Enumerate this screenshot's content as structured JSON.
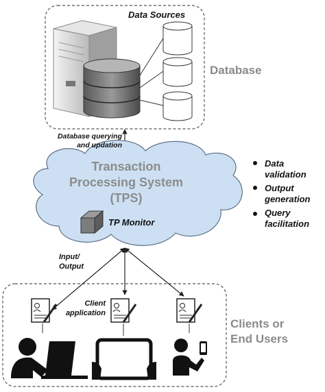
{
  "database_box": {
    "label": "Data Sources"
  },
  "database_title": "Database",
  "db_link_label": [
    "Database querying",
    "and updation"
  ],
  "tps": {
    "title_lines": [
      "Transaction",
      "Processing System",
      "(TPS)"
    ],
    "monitor_label": "TP Monitor"
  },
  "functions": [
    "Data",
    "validation",
    "Output",
    "generation",
    "Query",
    "facilitation"
  ],
  "io_label": [
    "Input/",
    "Output"
  ],
  "client_app_label": [
    "Client",
    "application"
  ],
  "clients_title": [
    "Clients or",
    "End Users"
  ],
  "icons": [
    "server-icon",
    "database-cylinder-icon",
    "cube-icon",
    "document-user-icon",
    "laptop-user-icon",
    "tablet-hands-icon",
    "phone-user-icon"
  ],
  "colors": {
    "cloud_fill": "#cde0f3",
    "title_grey": "#8a8a8a"
  }
}
